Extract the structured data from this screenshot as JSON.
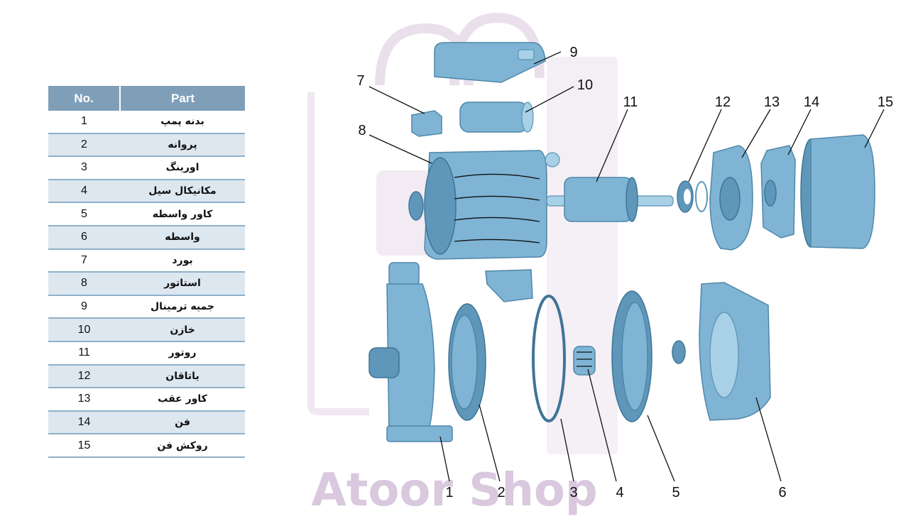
{
  "table": {
    "header_no": "No.",
    "header_part": "Part",
    "rows": [
      {
        "no": "1",
        "part": "بدنه پمپ"
      },
      {
        "no": "2",
        "part": "پروانه"
      },
      {
        "no": "3",
        "part": "اورینگ"
      },
      {
        "no": "4",
        "part": "مکانیکال سیل"
      },
      {
        "no": "5",
        "part": "کاور واسطه"
      },
      {
        "no": "6",
        "part": "واسطه"
      },
      {
        "no": "7",
        "part": "بورد"
      },
      {
        "no": "8",
        "part": "استاتور"
      },
      {
        "no": "9",
        "part": "جمیه ترمینال"
      },
      {
        "no": "10",
        "part": "خازن"
      },
      {
        "no": "11",
        "part": "روتور"
      },
      {
        "no": "12",
        "part": "یاتاقان"
      },
      {
        "no": "13",
        "part": "کاور عقب"
      },
      {
        "no": "14",
        "part": "فن"
      },
      {
        "no": "15",
        "part": "روکش فن"
      }
    ]
  },
  "callouts": [
    "1",
    "2",
    "3",
    "4",
    "5",
    "6",
    "7",
    "8",
    "9",
    "10",
    "11",
    "12",
    "13",
    "14",
    "15"
  ],
  "watermark": "Atoor Shop",
  "colors": {
    "header": "#7f9fb9",
    "row_alt": "#dde7f0",
    "row_line": "#8fb0c8",
    "part_blue": "#7fb4d4",
    "watermark": "#d9c8de"
  }
}
